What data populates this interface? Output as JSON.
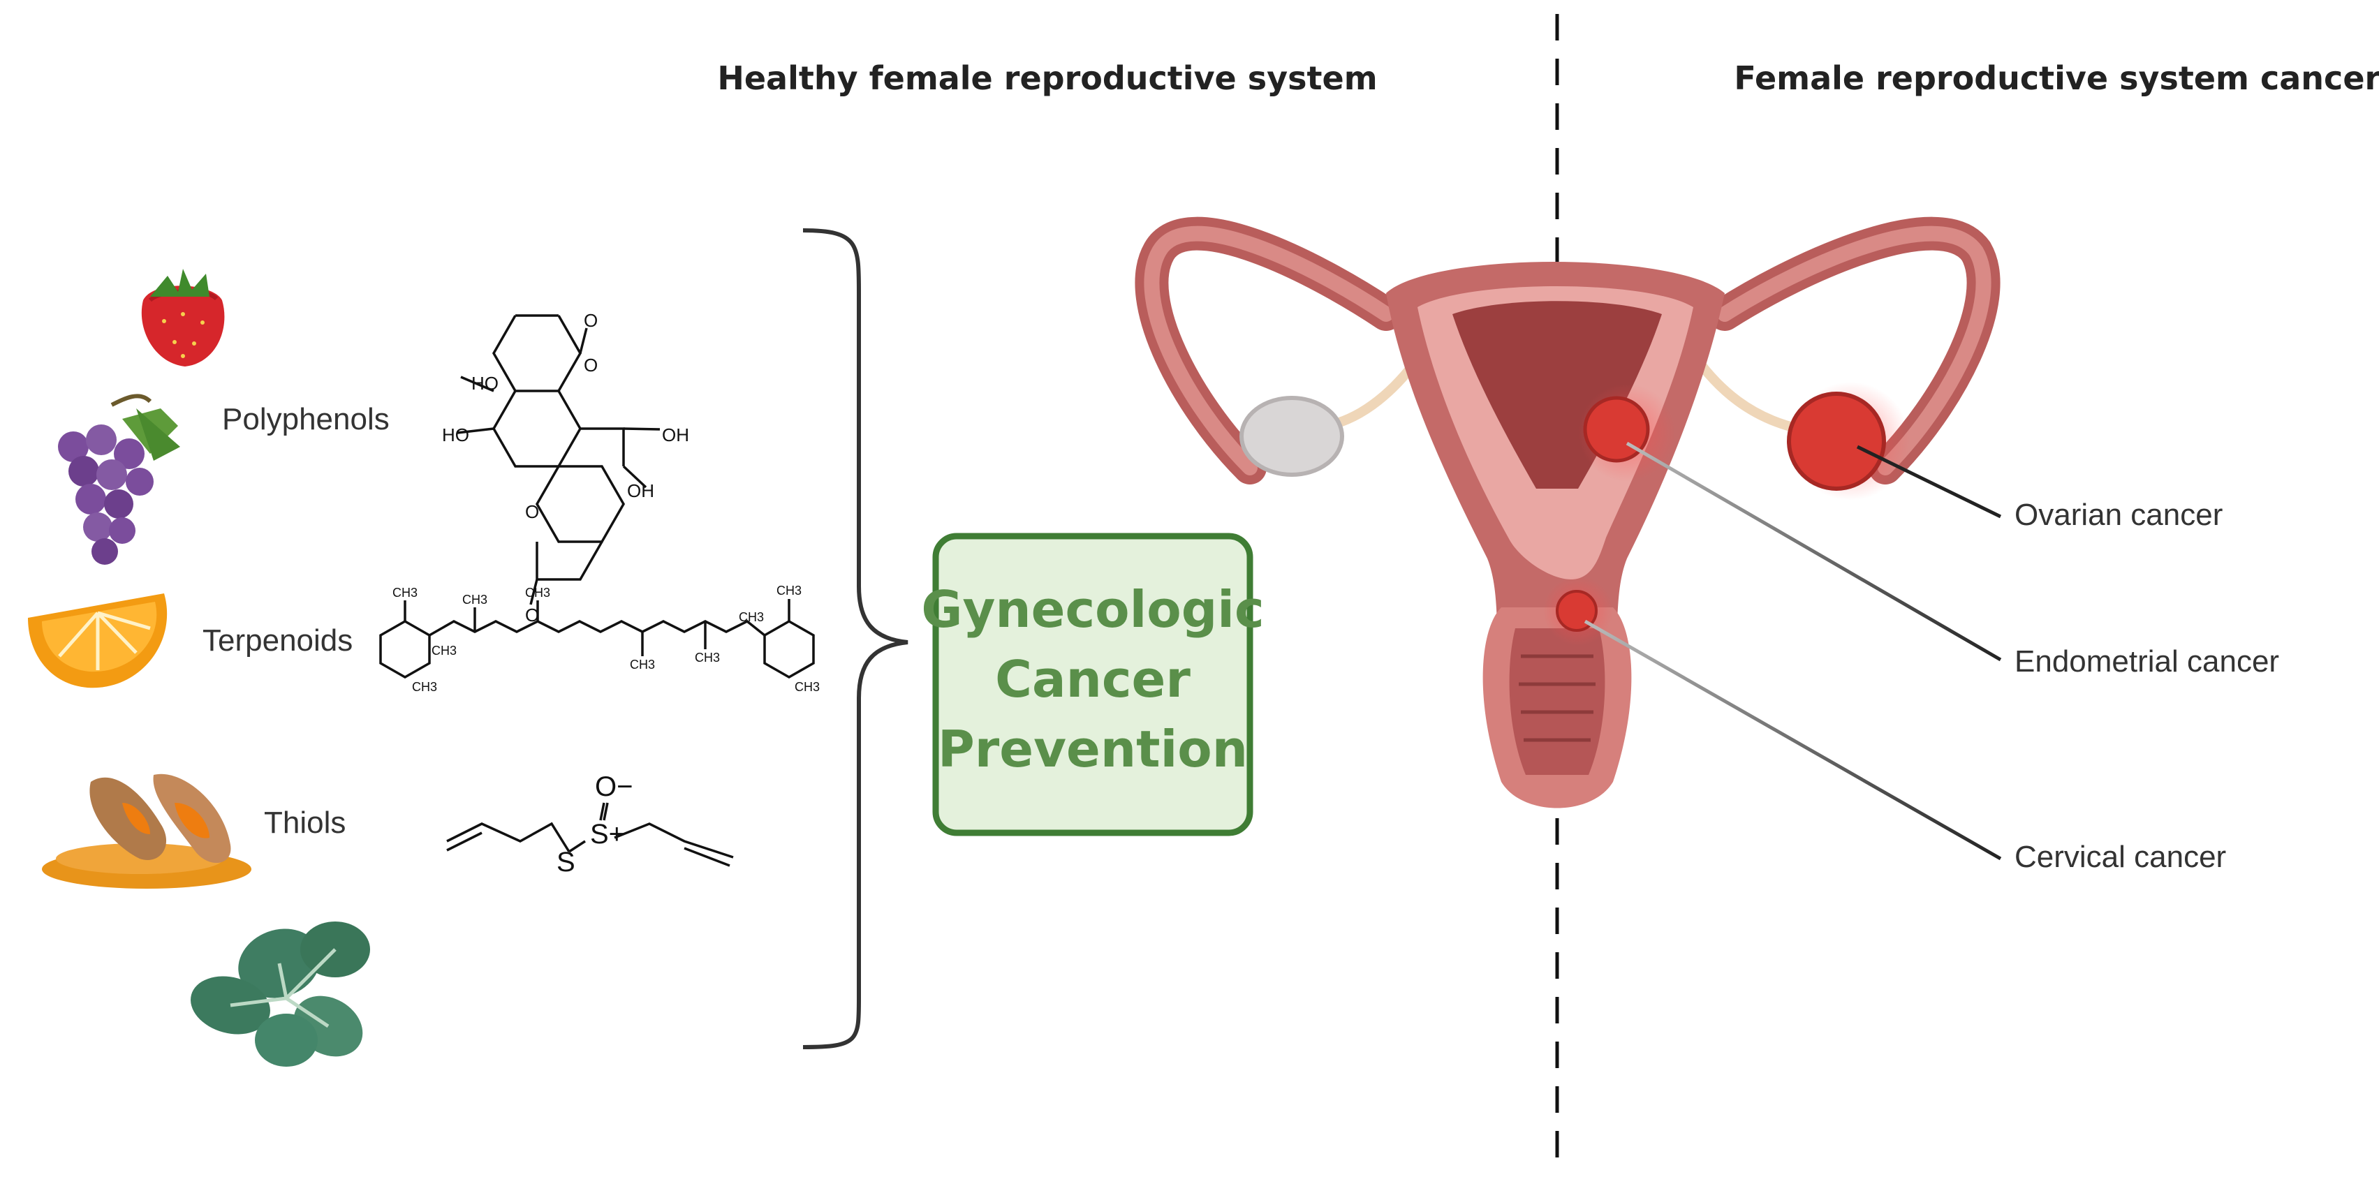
{
  "headings": {
    "healthy": "Healthy female reproductive system",
    "cancers": "Female reproductive system cancers"
  },
  "compound_classes": {
    "polyphenols": "Polyphenols",
    "terpenoids": "Terpenoids",
    "thiols": "Thiols"
  },
  "prevention_box": {
    "line1": "Gynecologic",
    "line2": "Cancer",
    "line3": "Prevention"
  },
  "cancer_labels": {
    "ovarian": "Ovarian cancer",
    "endometrial": "Endometrial cancer",
    "cervical": "Cervical cancer"
  },
  "chemistry": {
    "ellagic_oh1": "HO",
    "ellagic_oh2": "HO",
    "ellagic_oh3": "OH",
    "ellagic_oh4": "OH",
    "ellagic_o_top": "O",
    "ellagic_o_bottom": "O",
    "ellagic_ring_o1": "O",
    "ellagic_ring_o2": "O",
    "carotene_me1": "CH3",
    "carotene_me2": "CH3",
    "carotene_me3": "CH3",
    "carotene_me4": "CH3",
    "carotene_me5": "CH3",
    "carotene_me6": "CH3",
    "carotene_me7": "CH3",
    "carotene_me8": "CH3",
    "carotene_me9": "CH3",
    "carotene_me10": "CH3",
    "allicin_s": "S",
    "allicin_splus": "S+",
    "allicin_ominus": "O−"
  },
  "colors": {
    "prevention_border": "#3f7d34",
    "prevention_fill": "#e4f1dc",
    "prevention_text": "#5a8f4a",
    "uterus": "#c46a68",
    "uterus_dark": "#9c3f3f",
    "tumor": "#d93a33",
    "ovary_healthy": "#d9d6d6"
  }
}
